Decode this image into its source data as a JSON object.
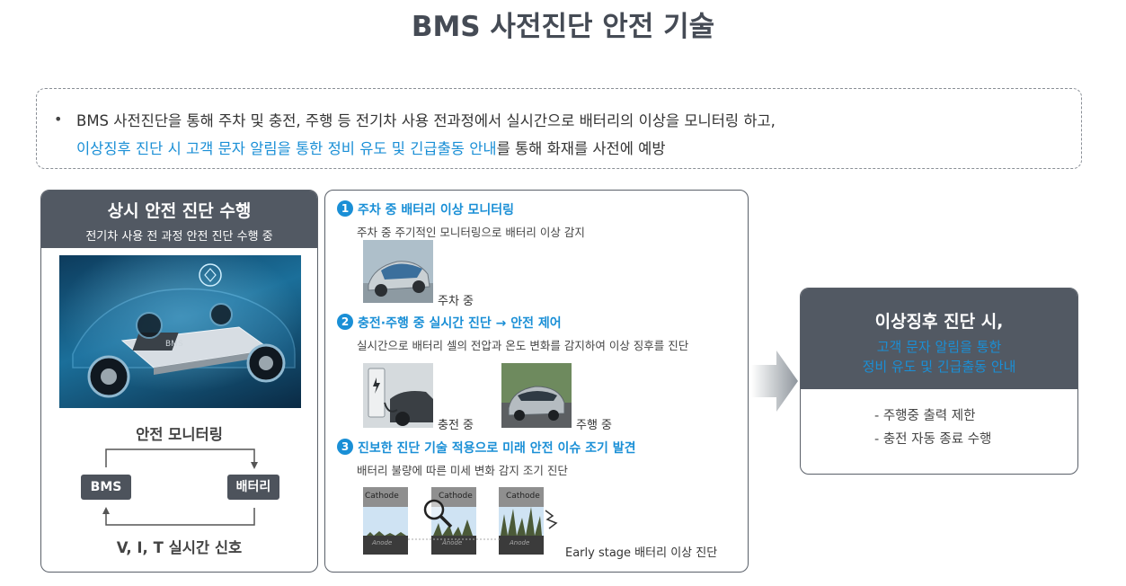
{
  "title": "BMS 사전진단 안전 기술",
  "summary": {
    "bullet": "•",
    "line1": "BMS 사전진단을 통해 주차 및 충전, 주행 등 전기차 사용 전과정에서 실시간으로 배터리의 이상을 모니터링 하고,",
    "line2_highlight": "이상징후 진단 시 고객 문자 알림을 통한 정비 유도 및 긴급출동 안내",
    "line2_rest": "를 통해 화재를 사전에 예방"
  },
  "left_panel": {
    "title": "상시 안전 진단 수행",
    "subtitle": "전기차 사용 전 과정 안전 진단 수행 중",
    "chip_label": "BMS",
    "monitoring_label": "안전 모니터링",
    "bms_tag": "BMS",
    "battery_tag": "배터리",
    "signal_label": "V, I, T 실시간 신호"
  },
  "steps": [
    {
      "num": "1",
      "title": "주차 중 배터리 이상 모니터링",
      "desc": "주차 중 주기적인 모니터링으로 배터리 이상 감지",
      "captions": [
        "주차 중"
      ]
    },
    {
      "num": "2",
      "title": "충전·주행 중 실시간 진단 → 안전 제어",
      "desc": "실시간으로 배터리 셀의 전압과 온도 변화를 감지하여 이상 징후를 진단",
      "captions": [
        "충전 중",
        "주행 중"
      ]
    },
    {
      "num": "3",
      "title": "진보한 진단 기술 적용으로 미래 안전 이슈 조기 발견",
      "desc": "배터리 불량에 따른 미세 변화 감지 조기 진단",
      "captions": [
        "Early stage 배터리 이상 진단"
      ],
      "diagram_top_label": "Cathode",
      "diagram_bottom_label": "Anode"
    }
  ],
  "right_panel": {
    "title": "이상징후 진단 시,",
    "highlight_line1": "고객 문자 알림을 통한",
    "highlight_line2": "정비 유도 및 긴급출동 안내",
    "items": [
      "- 주행중 출력 제한",
      "- 충전 자동 종료 수행"
    ]
  },
  "colors": {
    "accent": "#1a8fd6",
    "header_bg": "#525963",
    "title_text": "#454b55"
  }
}
